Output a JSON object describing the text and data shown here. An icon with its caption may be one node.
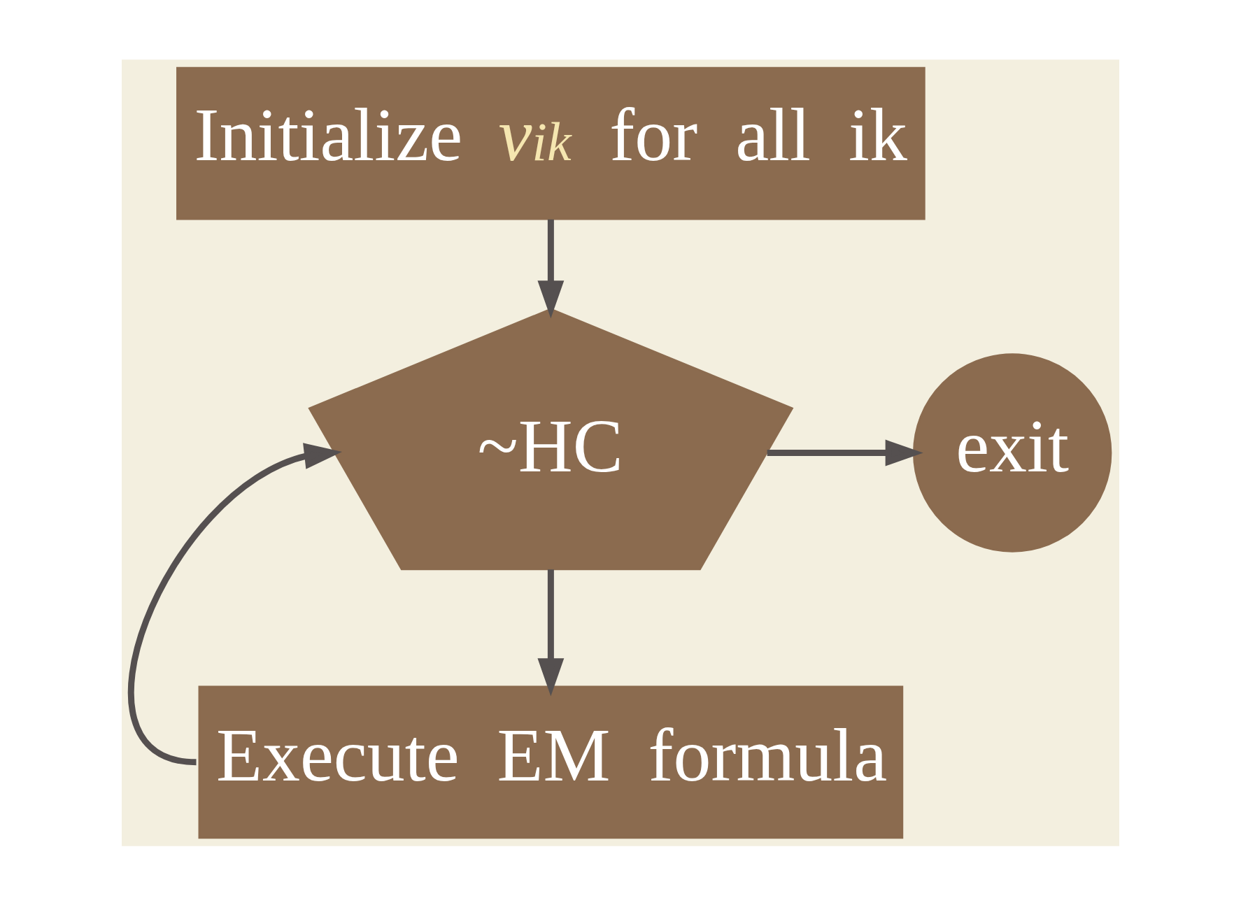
{
  "diagram": {
    "nodes": [
      {
        "text": [
          "Initialize *v*$_{ik}$ for all ik"
        ]
      },
      {
        "text": [
          "~HC"
        ]
      },
      {
        "text": [
          "exit"
        ]
      },
      {
        "text": [
          "Execute EM formula"
        ]
      }
    ],
    "edges": [
      {
        "from": 0,
        "to": 1,
        "arrow": "to"
      },
      {
        "from": 1,
        "to": 2,
        "arrow": "to"
      },
      {
        "from": 1,
        "to": 3,
        "arrow": "to"
      },
      {
        "from": 3,
        "to": 1,
        "arrow": "to"
      }
    ]
  }
}
